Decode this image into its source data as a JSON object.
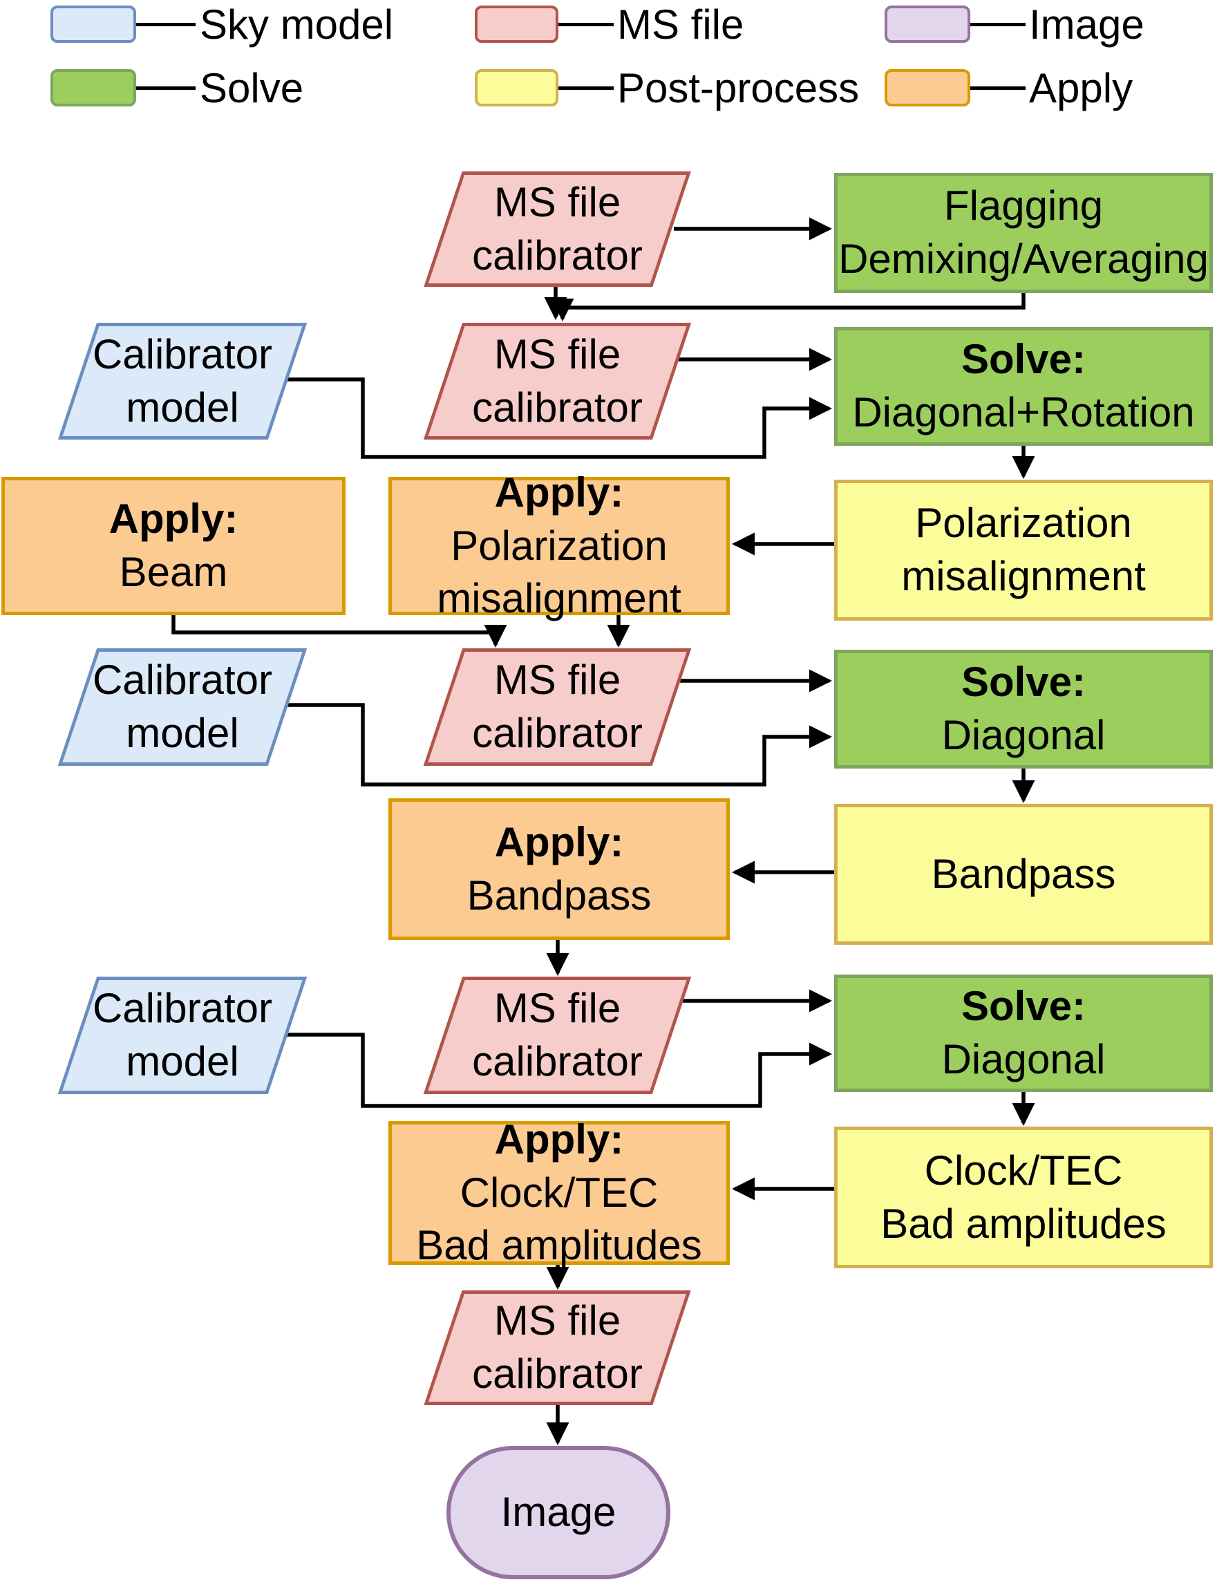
{
  "palette": {
    "background": "#ffffff",
    "text": "#000000",
    "edge": "#000000",
    "sky-fill": "#dce9f8",
    "sky-stroke": "#6c8ebf",
    "ms-fill": "#f6cdca",
    "ms-stroke": "#b2544e",
    "img-fill": "#e2d6ec",
    "img-stroke": "#96739e",
    "solve-fill": "#9bce5d",
    "solve-stroke": "#7fa55c",
    "post-fill": "#fcfd9a",
    "post-stroke": "#d4b04f",
    "apply-fill": "#fccb92",
    "apply-stroke": "#d79b00"
  },
  "legend": {
    "items": [
      {
        "label": "Sky model"
      },
      {
        "label": "MS file"
      },
      {
        "label": "Image"
      },
      {
        "label": "Solve"
      },
      {
        "label": "Post-process"
      },
      {
        "label": "Apply"
      }
    ]
  },
  "nodes": {
    "ms1": {
      "lines": [
        "MS file",
        "calibrator"
      ]
    },
    "flagging": {
      "lines": [
        "Flagging",
        "Demixing/Averaging"
      ]
    },
    "cal1": {
      "lines": [
        "Calibrator",
        "model"
      ]
    },
    "ms2": {
      "lines": [
        "MS file",
        "calibrator"
      ]
    },
    "solve1": {
      "lines": [
        "Solve:",
        "Diagonal+Rotation"
      ]
    },
    "apply_beam": {
      "lines": [
        "Apply:",
        "Beam"
      ]
    },
    "apply_pol": {
      "lines": [
        "Apply:",
        "Polarization",
        "misalignment"
      ]
    },
    "pol_mis": {
      "lines": [
        "Polarization",
        "misalignment"
      ]
    },
    "cal2": {
      "lines": [
        "Calibrator",
        "model"
      ]
    },
    "ms3": {
      "lines": [
        "MS file",
        "calibrator"
      ]
    },
    "solve2": {
      "lines": [
        "Solve:",
        "Diagonal"
      ]
    },
    "apply_bandpass": {
      "lines": [
        "Apply:",
        "Bandpass"
      ]
    },
    "bandpass": {
      "lines": [
        "Bandpass"
      ]
    },
    "cal3": {
      "lines": [
        "Calibrator",
        "model"
      ]
    },
    "ms4": {
      "lines": [
        "MS file",
        "calibrator"
      ]
    },
    "solve3": {
      "lines": [
        "Solve:",
        "Diagonal"
      ]
    },
    "apply_clock": {
      "lines": [
        "Apply:",
        "Clock/TEC",
        "Bad amplitudes"
      ]
    },
    "clock_tec": {
      "lines": [
        "Clock/TEC",
        "Bad amplitudes"
      ]
    },
    "ms5": {
      "lines": [
        "MS file",
        "calibrator"
      ]
    },
    "image": {
      "lines": [
        "Image"
      ]
    }
  }
}
